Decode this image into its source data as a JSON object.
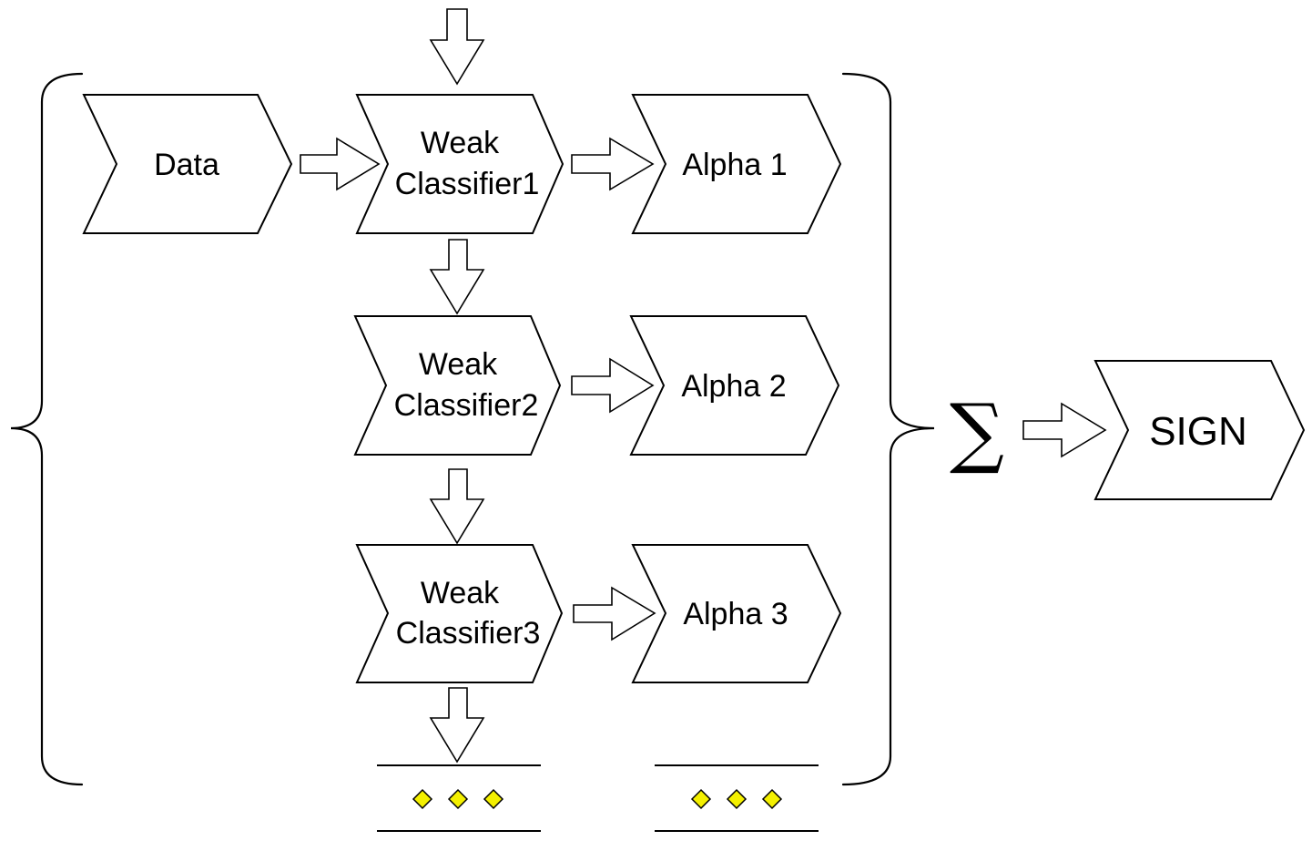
{
  "diagram": {
    "nodes": {
      "data": "Data",
      "weak1": [
        "Weak",
        "Classifier1"
      ],
      "weak2": [
        "Weak",
        "Classifier2"
      ],
      "weak3": [
        "Weak",
        "Classifier3"
      ],
      "alpha1": "Alpha 1",
      "alpha2": "Alpha 2",
      "alpha3": "Alpha 3",
      "sum": "∑",
      "sign": "SIGN"
    },
    "colors": {
      "stroke": "#000000",
      "fill": "#ffffff",
      "ellipsis_diamond": "#f4f000"
    }
  }
}
